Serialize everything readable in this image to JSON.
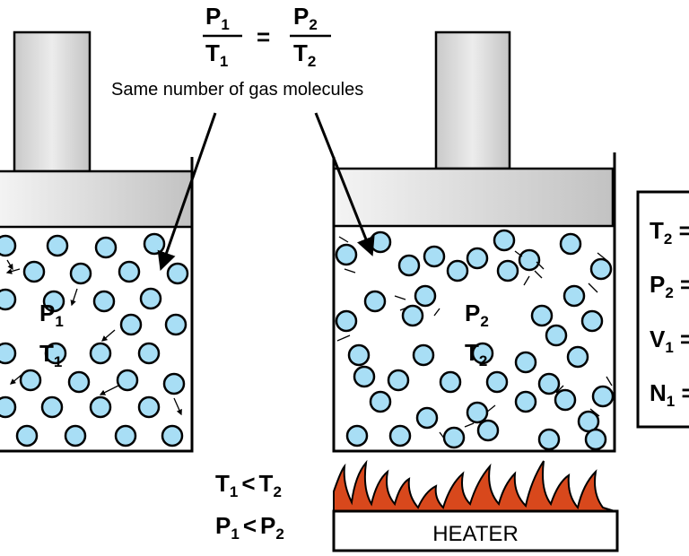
{
  "equation": {
    "p1_base": "P",
    "p1_sub": "1",
    "t1_base": "T",
    "t1_sub": "1",
    "eq": "=",
    "p2_base": "P",
    "p2_sub": "2",
    "t2_base": "T",
    "t2_sub": "2"
  },
  "caption": "Same number of gas molecules",
  "left_container": {
    "p_base": "P",
    "p_sub": "1",
    "t_base": "T",
    "t_sub": "1"
  },
  "right_container": {
    "p_base": "P",
    "p_sub": "2",
    "t_base": "T",
    "t_sub": "2"
  },
  "comparisons": {
    "t_line": {
      "a": "T",
      "a_sub": "1",
      "op": "<",
      "b": "T",
      "b_sub": "2"
    },
    "p_line": {
      "a": "P",
      "a_sub": "1",
      "op": "<",
      "b": "P",
      "b_sub": "2"
    }
  },
  "heater_label": "HEATER",
  "side_panel": [
    {
      "base": "T",
      "sub": "2",
      "rest": " ="
    },
    {
      "base": "P",
      "sub": "2",
      "rest": " ="
    },
    {
      "base": "V",
      "sub": "1",
      "rest": " ="
    },
    {
      "base": "N",
      "sub": "1",
      "rest": " ="
    }
  ],
  "colors": {
    "molecule_fill": "#a8def5",
    "piston_light": "#f2f2f2",
    "piston_dark": "#c6c6c6",
    "flame": "#d8481c"
  }
}
